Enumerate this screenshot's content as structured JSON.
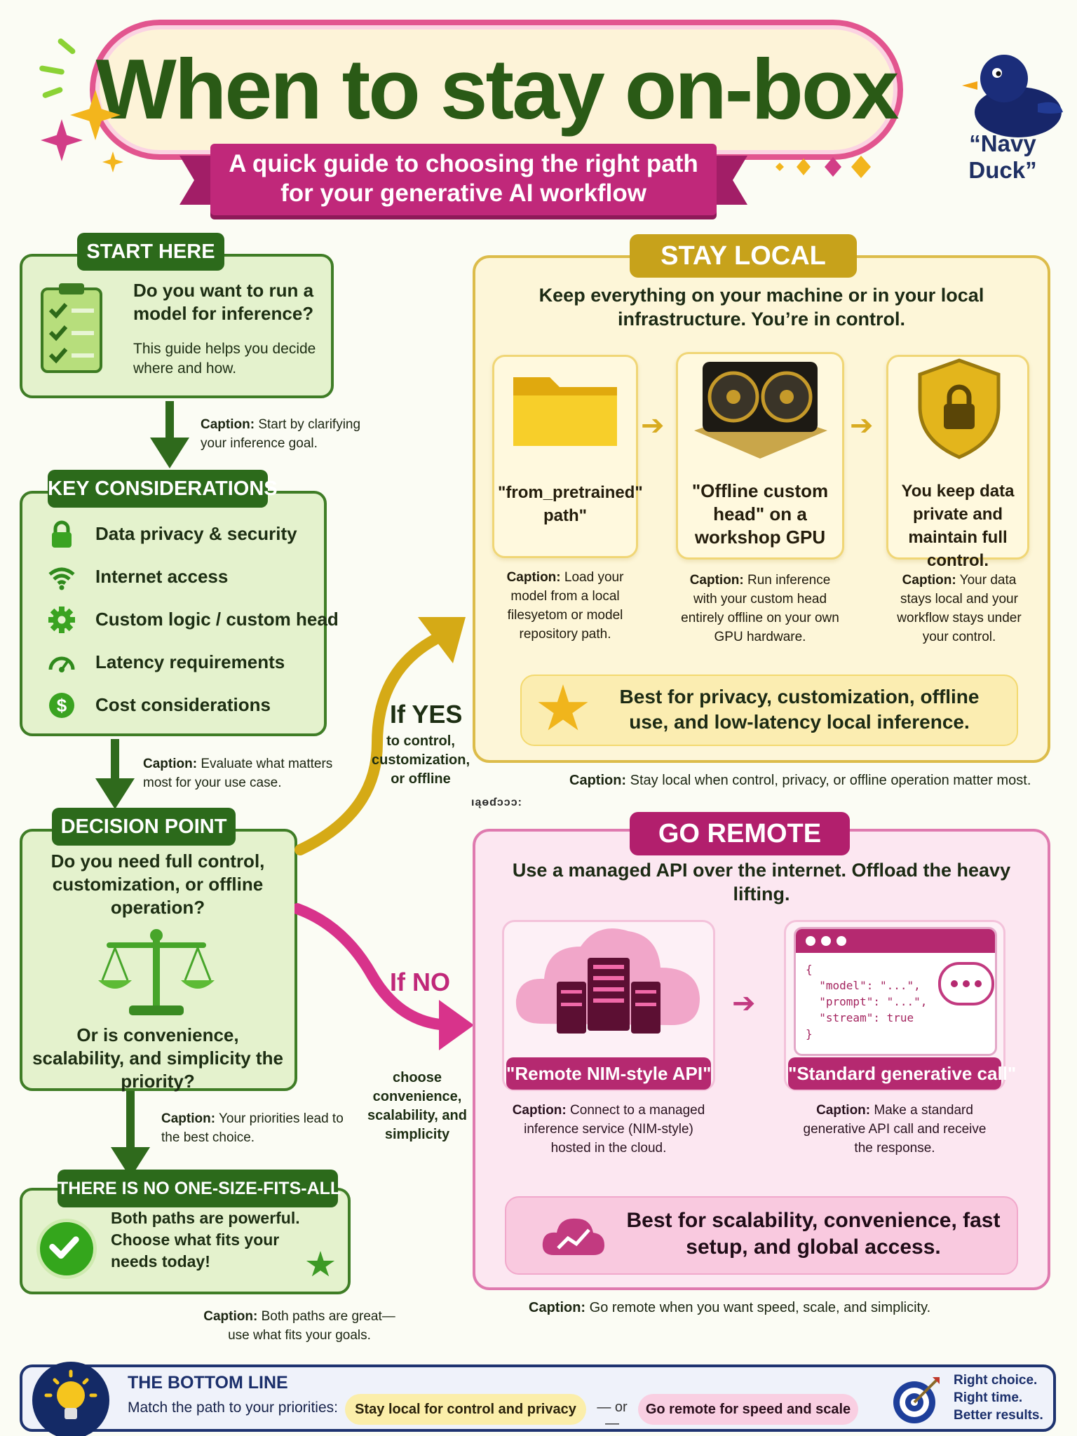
{
  "header": {
    "title": "When to stay on-box",
    "subtitle_line1": "A quick guide to choosing the right path",
    "subtitle_line2": "for your generative AI workflow",
    "mascot_label": "“Navy Duck”",
    "mascot_icon": "rubber-duck-icon"
  },
  "start": {
    "tag": "START HERE",
    "question": "Do you want to run a model for inference?",
    "subtext": "This guide helps you decide where and how.",
    "caption_label": "Caption:",
    "caption_text": "Start by clarifying your inference goal.",
    "icon": "clipboard-checklist-icon"
  },
  "considerations": {
    "tag": "KEY CONSIDERATIONS",
    "items": [
      {
        "label": "Data privacy & security",
        "icon": "lock-icon"
      },
      {
        "label": "Internet access",
        "icon": "wifi-icon"
      },
      {
        "label": "Custom logic / custom head",
        "icon": "gear-icon"
      },
      {
        "label": "Latency requirements",
        "icon": "speedometer-icon"
      },
      {
        "label": "Cost considerations",
        "icon": "dollar-icon"
      }
    ],
    "caption_label": "Caption:",
    "caption_text": "Evaluate what matters most for your use case."
  },
  "decision": {
    "tag": "DECISION POINT",
    "question1": "Do you need full control, customization, or offline operation?",
    "question2": "Or is convenience, scalability, and simplicity the priority?",
    "caption_label": "Caption:",
    "caption_text": "Your priorities lead to the best choice.",
    "icon": "balance-scale-icon"
  },
  "nofit": {
    "tag": "THERE IS NO ONE-SIZE-FITS-ALL",
    "text": "Both paths are powerful. Choose what fits your needs today!",
    "caption_label": "Caption:",
    "caption_text": "Both paths are great— use what fits your goals."
  },
  "branches": {
    "yes_title": "If YES",
    "yes_sub": "to control, customization, or offline",
    "no_title": "If NO",
    "no_sub": "choose convenience, scalability, and simplicity",
    "artifact_text": "ıąɵɗɔɔɔ:"
  },
  "local": {
    "tag": "STAY LOCAL",
    "intro": "Keep everything on your machine or in your local infrastructure. You’re in control.",
    "cards": [
      {
        "label": "\"from_pretrained\" path\"",
        "icon": "folder-icon",
        "caption_label": "Caption:",
        "caption": "Load your model from a local filesyetom or model repository path."
      },
      {
        "label": "\"Offline custom head\" on a workshop GPU",
        "icon": "gpu-icon",
        "caption_label": "Caption:",
        "caption": "Run inference with your custom head entirely offline on your own GPU hardware."
      },
      {
        "label": "You keep data private and maintain full control.",
        "icon": "shield-lock-icon",
        "caption_label": "Caption:",
        "caption": "Your data stays local and your workflow stays under your control."
      }
    ],
    "best": "Best for privacy, customization, offline use, and low-latency local inference.",
    "caption_label": "Caption:",
    "caption_text": "Stay local when control, privacy, or offline operation matter most."
  },
  "remote": {
    "tag": "GO REMOTE",
    "intro": "Use a managed API over the internet. Offload the heavy lifting.",
    "cards": [
      {
        "label": "\"Remote NIM-style API\"",
        "icon": "cloud-server-icon",
        "caption_label": "Caption:",
        "caption": "Connect to a managed inference service (NIM-style) hosted in the cloud."
      },
      {
        "label": "\"Standard generative call\"",
        "icon": "code-window-icon",
        "caption_label": "Caption:",
        "caption": "Make a standard generative API call and receive the response."
      }
    ],
    "code_lines": [
      "{",
      "  \"model\": \"...\",",
      "  \"prompt\": \"...\",",
      "  \"stream\": true",
      "}"
    ],
    "best": "Best for scalability, convenience, fast setup, and global access.",
    "caption_label": "Caption:",
    "caption_text": "Go remote when you want speed, scale, and simplicity."
  },
  "bottom": {
    "title": "THE BOTTOM LINE",
    "sub": "Match the path to your priorities:",
    "pill_local": "Stay local for control and privacy",
    "separator": "— or —",
    "pill_remote": "Go remote for speed and scale",
    "right_choice": [
      "Right choice.",
      "Right time.",
      "Better results."
    ],
    "icon_left": "lightbulb-icon",
    "icon_right": "target-icon"
  },
  "colors": {
    "green_dark": "#2c6a1b",
    "gold": "#c7a21b",
    "magenta": "#b21f6d",
    "navy": "#1e3370"
  }
}
